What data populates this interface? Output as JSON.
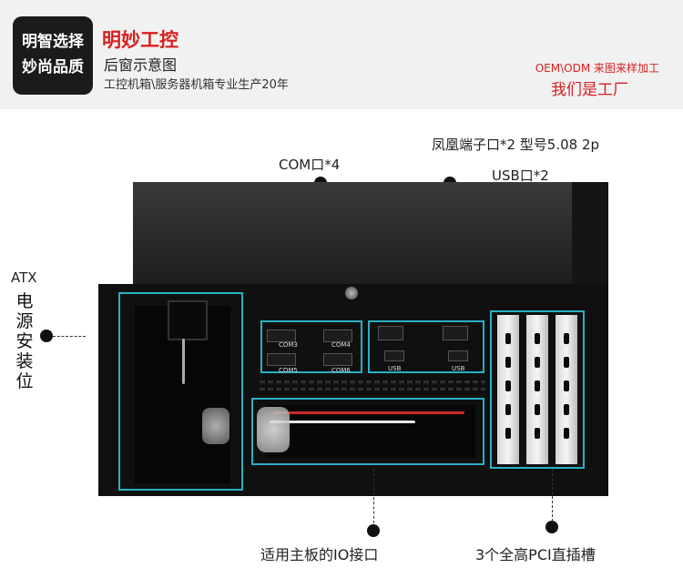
{
  "header": {
    "logo_line1": "明智选择",
    "logo_line2": "妙尚品质",
    "brand": "明妙工控",
    "subtitle": "后窗示意图",
    "tagline": "工控机箱\\服务器机箱专业生产20年",
    "oem_text": "OEM\\ODM 来图来样加工",
    "factory_text": "我们是工厂"
  },
  "callouts": {
    "com": "COM口*4",
    "phoenix": "凤凰端子口*2 型号5.08 2p",
    "usb": "USB口*2",
    "atx_prefix": "ATX",
    "atx_vertical": "电源安装位",
    "io": "适用主板的IO接口",
    "pci": "3个全高PCI直插槽"
  },
  "ports": {
    "com3": "COM3",
    "com4": "COM4",
    "com5": "COM5",
    "com6": "COM6",
    "usb1": "USB",
    "usb2": "USB"
  },
  "colors": {
    "accent_red": "#d81f1f",
    "frame_cyan": "#2ab0c4",
    "case_black": "#101010"
  }
}
